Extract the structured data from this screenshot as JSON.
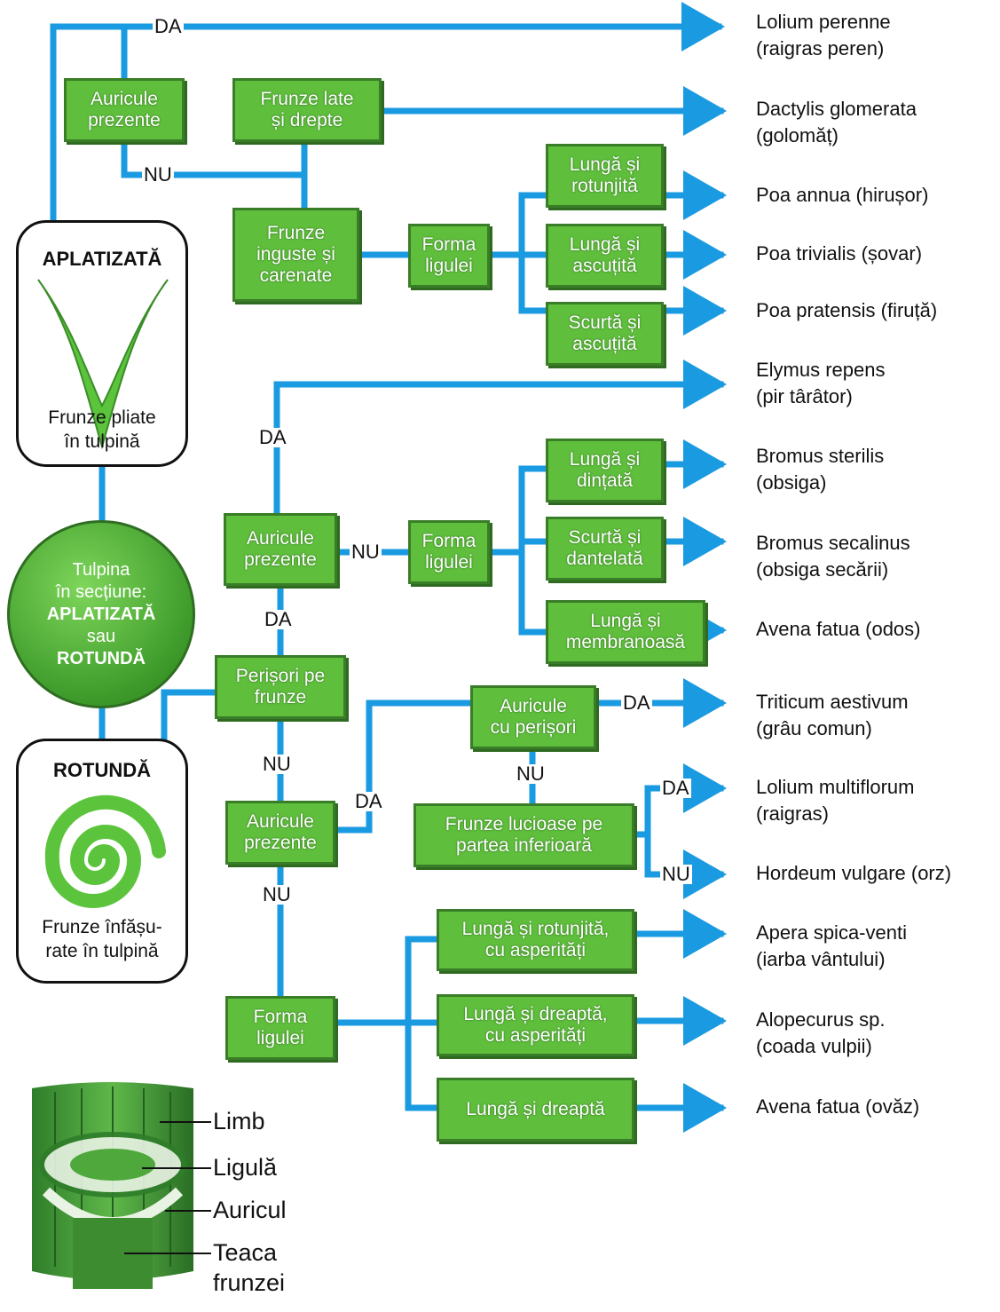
{
  "colors": {
    "box_fill": "#5fbf3c",
    "box_border": "#3a7d28",
    "line": "#1a9ae0",
    "panel_leaf": "#5cc43c"
  },
  "left": {
    "flat_title": "APLATIZATĂ",
    "flat_caption": "Frunze pliate\nîn tulpină",
    "circle_l1": "Tulpina",
    "circle_l2": "în secțiune:",
    "circle_l3": "APLATIZATĂ",
    "circle_l4": "sau",
    "circle_l5": "ROTUNDĂ",
    "round_title": "ROTUNDĂ",
    "round_caption": "Frunze înfășu-\nrate în tulpină"
  },
  "boxes": {
    "auricule_1": "Auricule\nprezente",
    "frunze_late": "Frunze late\nși drepte",
    "frunze_inguste": "Frunze\ninguste și\ncarenate",
    "forma_ligulei_1": "Forma\nligulei",
    "lunga_rotunjita": "Lungă și\nrotunjită",
    "lunga_ascutita": "Lungă și\nascuțită",
    "scurta_ascutita": "Scurtă și\nascuțită",
    "auricule_2": "Auricule\nprezente",
    "forma_ligulei_2": "Forma\nligulei",
    "lunga_dintata": "Lungă și\ndințată",
    "scurta_dantelata": "Scurtă și\ndantelată",
    "lunga_membranoasa": "Lungă și\nmembranoasă",
    "perisori": "Perișori pe\nfrunze",
    "auricule_perisori": "Auricule\ncu perișori",
    "auricule_3": "Auricule\nprezente",
    "frunze_lucioase": "Frunze lucioase pe\npartea inferioară",
    "forma_ligulei_3": "Forma\nligulei",
    "lunga_rotunjita_asp": "Lungă și rotunjită,\ncu asperități",
    "lunga_dreapta_asp": "Lungă și dreaptă,\ncu asperități",
    "lunga_dreapta": "Lungă și dreaptă"
  },
  "labels": {
    "da": "DA",
    "nu": "NU"
  },
  "species": [
    {
      "name": "Lolium perenne\n(raigras peren)"
    },
    {
      "name": "Dactylis glomerata\n(golomăț)"
    },
    {
      "name": "Poa annua (hirușor)"
    },
    {
      "name": "Poa trivialis (șovar)"
    },
    {
      "name": "Poa pratensis (firuță)"
    },
    {
      "name": "Elymus repens\n(pir târâtor)"
    },
    {
      "name": "Bromus sterilis\n(obsiga)"
    },
    {
      "name": "Bromus secalinus\n(obsiga secării)"
    },
    {
      "name": "Avena fatua (odos)"
    },
    {
      "name": "Triticum aestivum\n(grâu comun)"
    },
    {
      "name": "Lolium multiflorum\n(raigras)"
    },
    {
      "name": "Hordeum vulgare (orz)"
    },
    {
      "name": "Apera spica-venti\n(iarba vântului)"
    },
    {
      "name": "Alopecurus sp.\n(coada vulpii)"
    },
    {
      "name": "Avena fatua (ovăz)"
    }
  ],
  "anatomy": {
    "limb": "Limb",
    "ligula": "Ligulă",
    "auricul": "Auricul",
    "teaca_1": "Teaca",
    "teaca_2": "frunzei"
  }
}
